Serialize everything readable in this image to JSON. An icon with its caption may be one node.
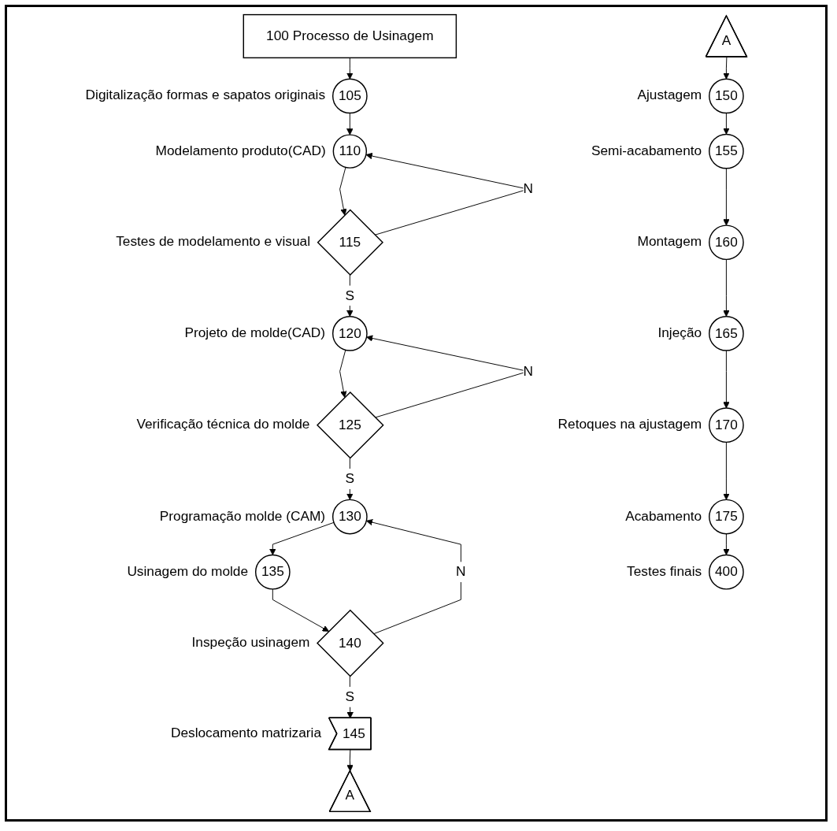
{
  "diagram": {
    "nodes": [
      {
        "text": [
          "100 Processo de Usinagem"
        ]
      },
      {
        "text": [
          "105"
        ],
        "beside": [
          "Digitalização formas e sapatos originais"
        ]
      },
      {
        "text": [
          "110"
        ],
        "beside": [
          "Modelamento produto(CAD)"
        ]
      },
      {
        "text": [
          "115"
        ],
        "beside": [
          "Testes de modelamento e visual"
        ]
      },
      {
        "text": [
          "120"
        ],
        "beside": [
          "Projeto de molde(CAD)"
        ]
      },
      {
        "text": [
          "125"
        ],
        "beside": [
          "Verificação técnica do molde"
        ]
      },
      {
        "text": [
          "130"
        ],
        "beside": [
          "Programação molde (CAM)"
        ]
      },
      {
        "text": [
          "135"
        ],
        "beside": [
          "Usinagem do molde"
        ]
      },
      {
        "text": [
          "140"
        ],
        "beside": [
          "Inspeção usinagem"
        ]
      },
      {
        "text": [
          "145"
        ],
        "beside": [
          "Deslocamento matrizaria"
        ]
      },
      {
        "text": [
          "A"
        ]
      },
      {
        "text": [
          "A"
        ]
      },
      {
        "text": [
          "150"
        ],
        "beside": [
          "Ajustagem"
        ]
      },
      {
        "text": [
          "155"
        ],
        "beside": [
          "Semi-acabamento"
        ]
      },
      {
        "text": [
          "160"
        ],
        "beside": [
          "Montagem"
        ]
      },
      {
        "text": [
          "165"
        ],
        "beside": [
          "Injeção"
        ]
      },
      {
        "text": [
          "170"
        ],
        "beside": [
          "Retoques na ajustagem"
        ]
      },
      {
        "text": [
          "175"
        ],
        "beside": [
          "Acabamento"
        ]
      },
      {
        "text": [
          "400"
        ],
        "beside": [
          "Testes finais"
        ]
      }
    ],
    "edges": [
      {
        "from": 0,
        "to": 1,
        "arrow": "to"
      },
      {
        "from": 1,
        "to": 2,
        "arrow": "to"
      },
      {
        "from": 2,
        "to": 3,
        "arrow": "to"
      },
      {
        "from": 3,
        "to": 2,
        "arrow": "to",
        "label": "N"
      },
      {
        "from": 3,
        "to": 4,
        "arrow": "to",
        "label": "S"
      },
      {
        "from": 4,
        "to": 5,
        "arrow": "to"
      },
      {
        "from": 5,
        "to": 4,
        "arrow": "to",
        "label": "N"
      },
      {
        "from": 5,
        "to": 6,
        "arrow": "to",
        "label": "S"
      },
      {
        "from": 6,
        "to": 7,
        "arrow": "to"
      },
      {
        "from": 7,
        "to": 8,
        "arrow": "to"
      },
      {
        "from": 8,
        "to": 6,
        "arrow": "to",
        "label": "N"
      },
      {
        "from": 8,
        "to": 9,
        "arrow": "to",
        "label": "S"
      },
      {
        "from": 9,
        "to": 10,
        "arrow": "to"
      },
      {
        "from": 11,
        "to": 12,
        "arrow": "to"
      },
      {
        "from": 12,
        "to": 13,
        "arrow": "to"
      },
      {
        "from": 13,
        "to": 14,
        "arrow": "to"
      },
      {
        "from": 14,
        "to": 15,
        "arrow": "to"
      },
      {
        "from": 15,
        "to": 16,
        "arrow": "to"
      },
      {
        "from": 16,
        "to": 17,
        "arrow": "to"
      },
      {
        "from": 17,
        "to": 18,
        "arrow": "to"
      }
    ]
  }
}
